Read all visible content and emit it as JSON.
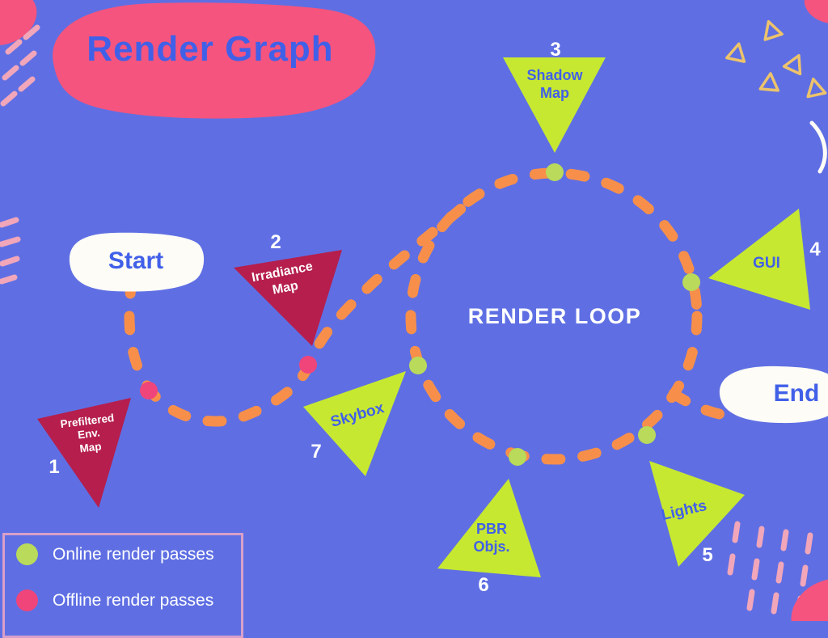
{
  "title": "Render Graph",
  "diagram": {
    "loop_label": "RENDER LOOP",
    "start_label": "Start",
    "end_label": "End"
  },
  "nodes": {
    "prefiltered": {
      "num": "1",
      "label": "Prefiltered\nEnv.\nMap",
      "pass_type": "offline"
    },
    "irradiance": {
      "num": "2",
      "label": "Irradiance\nMap",
      "pass_type": "offline"
    },
    "shadow": {
      "num": "3",
      "label": "Shadow\nMap",
      "pass_type": "online"
    },
    "gui": {
      "num": "4",
      "label": "GUI",
      "pass_type": "online"
    },
    "lights": {
      "num": "5",
      "label": "Lights",
      "pass_type": "online"
    },
    "pbr": {
      "num": "6",
      "label": "PBR\nObjs.",
      "pass_type": "online"
    },
    "skybox": {
      "num": "7",
      "label": "Skybox",
      "pass_type": "online"
    }
  },
  "legend": {
    "online": "Online render passes",
    "offline": "Offline render passes"
  },
  "colors": {
    "background": "#5f6fe3",
    "accent_pink": "#f4547e",
    "path_orange": "#f78f4b",
    "triangle_lime": "#c7e831",
    "triangle_crimson": "#b51e4d",
    "online_green": "#b9da5a",
    "offline_pink": "#f0457b",
    "text_blue": "#4160e8",
    "decor_pink": "#f1a6ba",
    "decor_yellow": "#edc36b",
    "blob_white": "#fdfcf7"
  }
}
